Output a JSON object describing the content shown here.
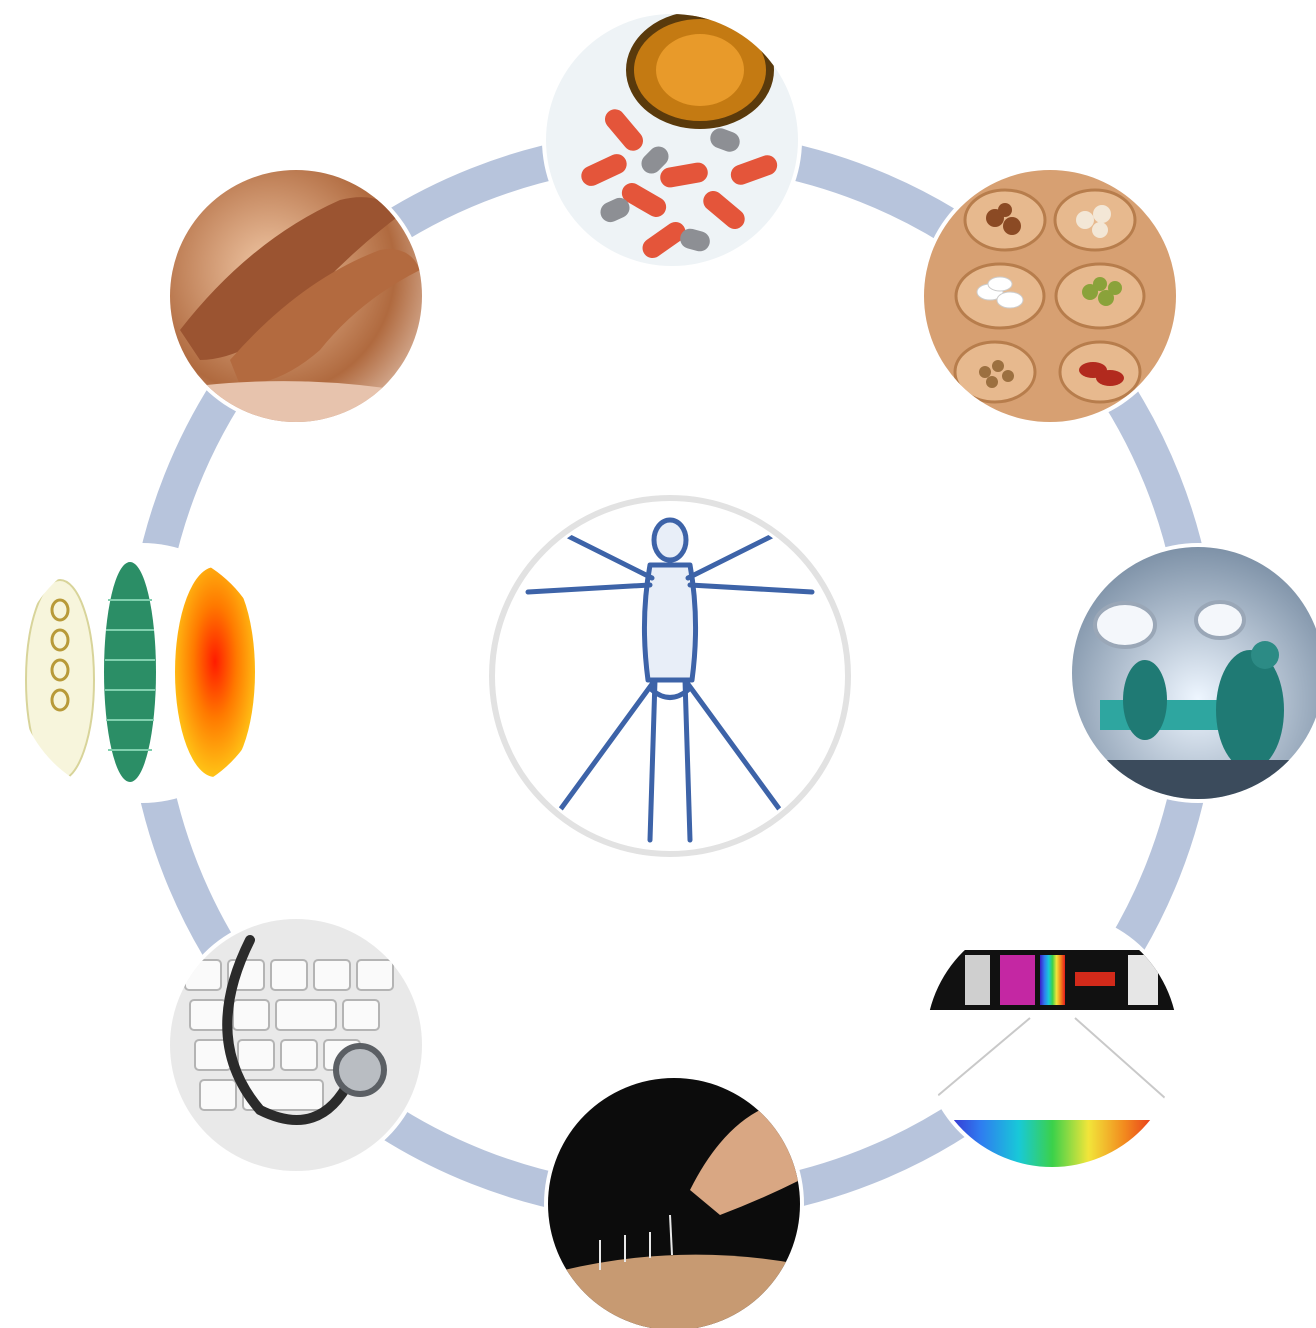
{
  "diagram": {
    "type": "circular-cycle",
    "ring_color": "#b7c4dc",
    "center_node": {
      "image": "vitruvian-man-illustration",
      "ring_color": "#e2e2e2"
    },
    "nodes": [
      {
        "image": "spilled-pill-capsules-photo",
        "position": "top"
      },
      {
        "image": "herbal-ingredients-in-wooden-bowls-photo",
        "position": "upper-right"
      },
      {
        "image": "surgical-operating-room-photo",
        "position": "right"
      },
      {
        "image": "electromagnetic-spectrum-figure",
        "position": "lower-right"
      },
      {
        "image": "acupuncture-needles-photo",
        "position": "bottom"
      },
      {
        "image": "stethoscope-on-keyboard-photo",
        "position": "lower-left"
      },
      {
        "image": "body-field-simulation-figure",
        "position": "left"
      },
      {
        "image": "massage-hands-photo",
        "position": "upper-left"
      }
    ]
  }
}
